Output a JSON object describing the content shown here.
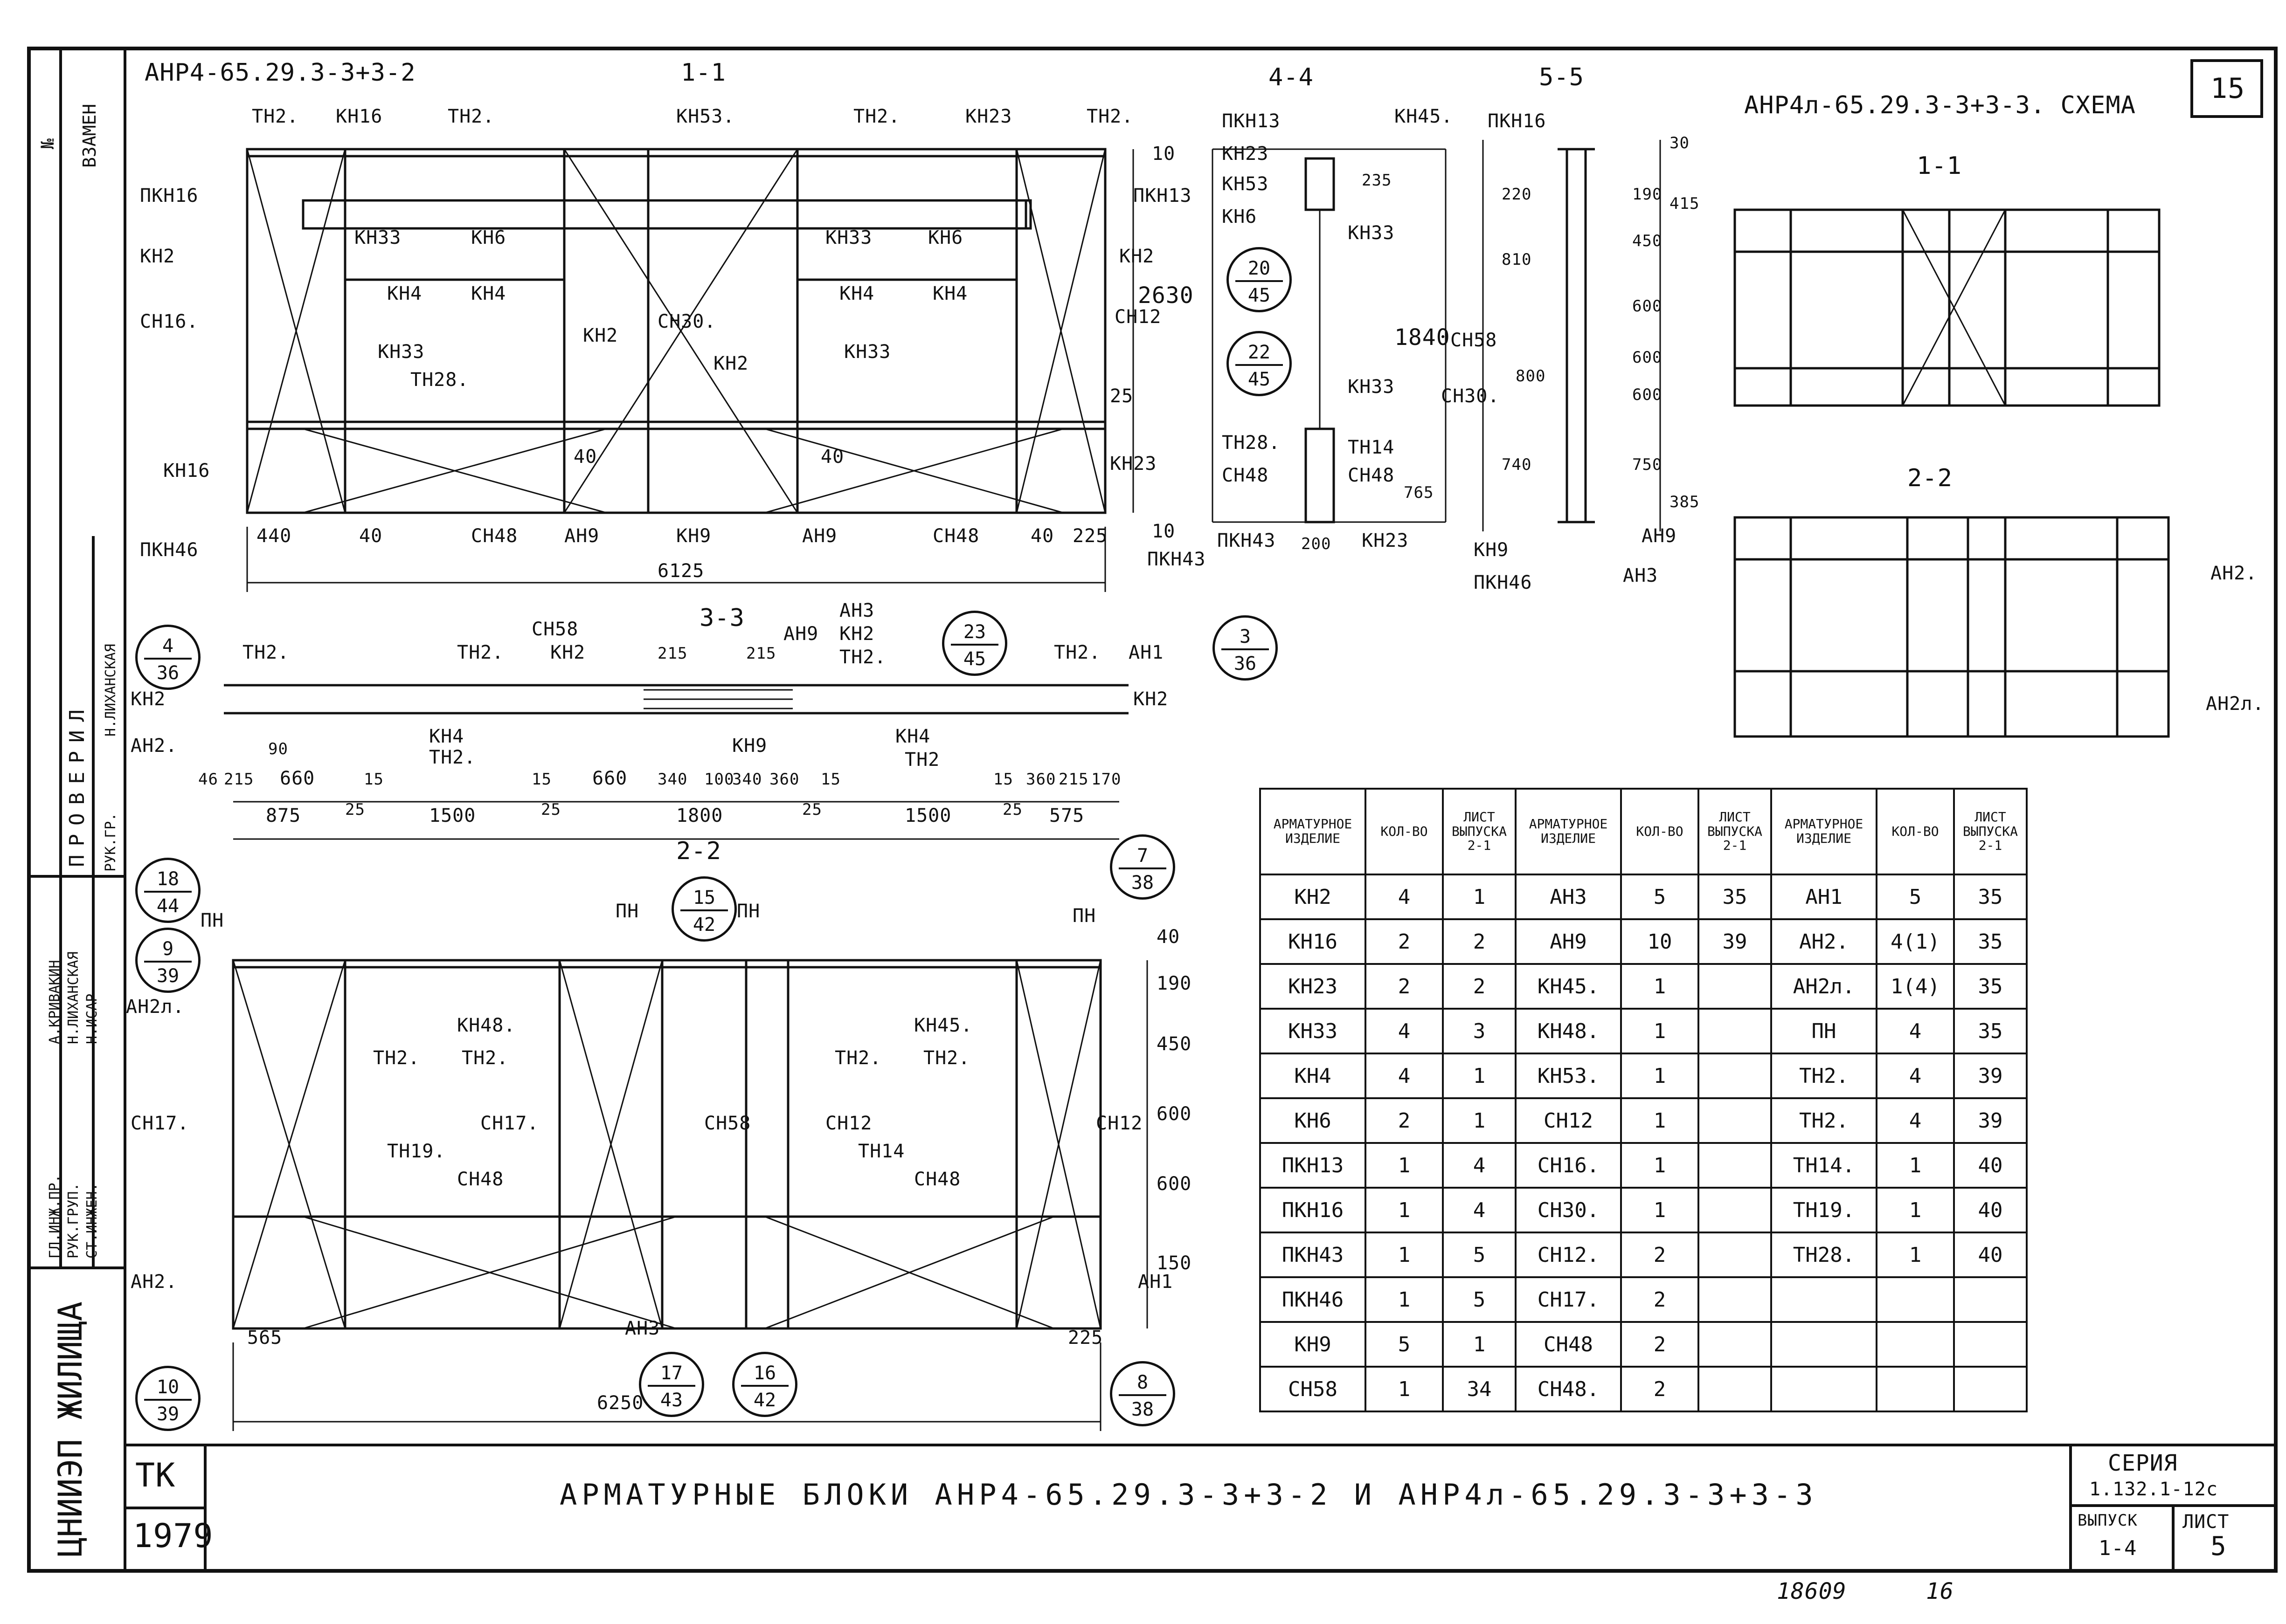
{
  "sheet": {
    "title": "АРМАТУРНЫЕ БЛОКИ АНР4-65.29.3-3+3-2 И АНР4л-65.29.3-3+3-3",
    "series_label": "СЕРИЯ",
    "series_value": "1.132.1-12с",
    "issue_label": "ВЫПУСК",
    "issue_value": "1-4",
    "sheet_label": "ЛИСТ",
    "sheet_value": "5",
    "page_no": "15",
    "org": "ЦНИИЭП ЖИЛИЩА",
    "tk": "ТК",
    "year": "1979",
    "archive_no": "18609",
    "archive_sheet": "16",
    "vzamen": "ВЗАМЕН",
    "no_sign": "№",
    "proveril": "ПРОВЕРИЛ",
    "staff": {
      "role1": "ГЛ.ИНЖ.ПР.",
      "name1": "А.КРИВАКИН",
      "role2": "РУК.ГРУП.",
      "name2": "Н.ЛИХАНСКАЯ",
      "role3": "СТ.ИНЖЕН.",
      "name3": "Н.ИСАР",
      "role4": "РУК.ГР.",
      "name4": "Н.ЛИХАНСКАЯ"
    }
  },
  "views": {
    "main_title": "АНР4-65.29.3-3+3-2",
    "scheme_title": "АНР4л-65.29.3-3+3-3. СХЕМА",
    "sec_1_1": "1-1",
    "sec_2_2": "2-2",
    "sec_3_3": "3-3",
    "sec_4_4": "4-4",
    "sec_5_5": "5-5",
    "scheme_1_1": "1-1",
    "scheme_2_2": "2-2"
  },
  "labels": {
    "tn2": "ТН2.",
    "kn16": "КН16",
    "kn53": "КН53.",
    "kn23": "КН23",
    "pkn16": "ПКН16",
    "kn2": "КН2",
    "sn16": "СН16.",
    "kn33": "КН33",
    "kn6": "КН6",
    "kn4": "КН4",
    "tn28": "ТН28.",
    "sn30": "СН30.",
    "sn12": "СН12",
    "pkn13": "ПКН13",
    "kn23b": "КН23",
    "pkn46": "ПКН46",
    "sn48": "СН48",
    "an9": "АН9",
    "kn9": "КН9",
    "pkn43": "ПКН43",
    "kn45": "КН45.",
    "kn53b": "КН53",
    "sn58": "СН58",
    "tn14": "ТН14",
    "an3": "АН3",
    "an1": "АН1",
    "an2": "АН2.",
    "an2l": "АН2л.",
    "pn": "ПН",
    "kn48": "КН48.",
    "sn17": "СН17.",
    "tn19": "ТН19.",
    "an2s": "АН2.",
    "an2ls": "АН2л.",
    "tn2b": "ТН2",
    "sn58b": "СН58"
  },
  "dims": {
    "d6125": "6125",
    "d440": "440",
    "d40": "40",
    "d225": "225",
    "d2630": "2630",
    "d25": "25",
    "d10": "10",
    "d875": "875",
    "d1500": "1500",
    "d1800": "1800",
    "d575": "575",
    "d46": "46",
    "d215": "215",
    "d660": "660",
    "d15": "15",
    "d340": "340",
    "d100": "100",
    "d360": "360",
    "d170": "170",
    "d90": "90",
    "d6250": "6250",
    "d565": "565",
    "d190": "190",
    "d450": "450",
    "d600": "600",
    "d750": "750",
    "d385": "385",
    "d415": "415",
    "d30": "30",
    "d1840": "1840",
    "d235": "235",
    "d765": "765",
    "d200": "200",
    "d220": "220",
    "d810": "810",
    "d800": "800",
    "d740": "740",
    "d150": "150"
  },
  "bubbles": [
    {
      "top": "20",
      "bot": "45"
    },
    {
      "top": "22",
      "bot": "45"
    },
    {
      "top": "4",
      "bot": "36"
    },
    {
      "top": "3",
      "bot": "36"
    },
    {
      "top": "23",
      "bot": "45"
    },
    {
      "top": "18",
      "bot": "44"
    },
    {
      "top": "9",
      "bot": "39"
    },
    {
      "top": "15",
      "bot": "42"
    },
    {
      "top": "7",
      "bot": "38"
    },
    {
      "top": "10",
      "bot": "39"
    },
    {
      "top": "17",
      "bot": "43"
    },
    {
      "top": "16",
      "bot": "42"
    },
    {
      "top": "8",
      "bot": "38"
    }
  ],
  "spec_table": {
    "h_item": "АРМАТУРНОЕ ИЗДЕЛИЕ",
    "h_qty": "КОЛ-ВО",
    "h_sheet": "ЛИСТ ВЫПУСКА 2-1",
    "rows": [
      [
        "КН2",
        "4",
        "1",
        "АН3",
        "5",
        "35",
        "АН1",
        "5",
        "35"
      ],
      [
        "КН16",
        "2",
        "2",
        "АН9",
        "10",
        "39",
        "АН2.",
        "4(1)",
        "35"
      ],
      [
        "КН23",
        "2",
        "2",
        "КН45.",
        "1",
        "",
        "АН2л.",
        "1(4)",
        "35"
      ],
      [
        "КН33",
        "4",
        "3",
        "КН48.",
        "1",
        "",
        "ПН",
        "4",
        "35"
      ],
      [
        "КН4",
        "4",
        "1",
        "КН53.",
        "1",
        "",
        "ТН2.",
        "4",
        "39"
      ],
      [
        "КН6",
        "2",
        "1",
        "СН12",
        "1",
        "",
        "ТН2.",
        "4",
        "39"
      ],
      [
        "ПКН13",
        "1",
        "4",
        "СН16.",
        "1",
        "",
        "ТН14.",
        "1",
        "40"
      ],
      [
        "ПКН16",
        "1",
        "4",
        "СН30.",
        "1",
        "",
        "ТН19.",
        "1",
        "40"
      ],
      [
        "ПКН43",
        "1",
        "5",
        "СН12.",
        "2",
        "",
        "ТН28.",
        "1",
        "40"
      ],
      [
        "ПКН46",
        "1",
        "5",
        "СН17.",
        "2",
        "",
        "",
        "",
        ""
      ],
      [
        "КН9",
        "5",
        "1",
        "СН48",
        "2",
        "",
        "",
        "",
        ""
      ],
      [
        "СН58",
        "1",
        "34",
        "СН48.",
        "2",
        "",
        "",
        "",
        ""
      ]
    ]
  }
}
